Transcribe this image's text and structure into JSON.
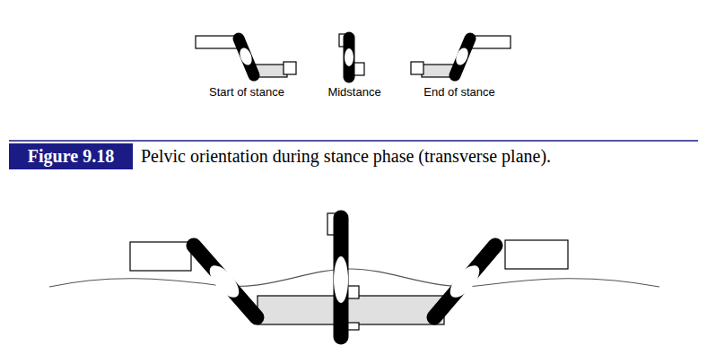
{
  "diagram": {
    "caption": "Pelvic orientation during stance phase (transverse plane).",
    "nodes": [
      {
        "text": [
          "Figure 9.18"
        ]
      }
    ],
    "labels": [
      "Start of stance",
      "Midstance",
      "End of stance"
    ]
  }
}
